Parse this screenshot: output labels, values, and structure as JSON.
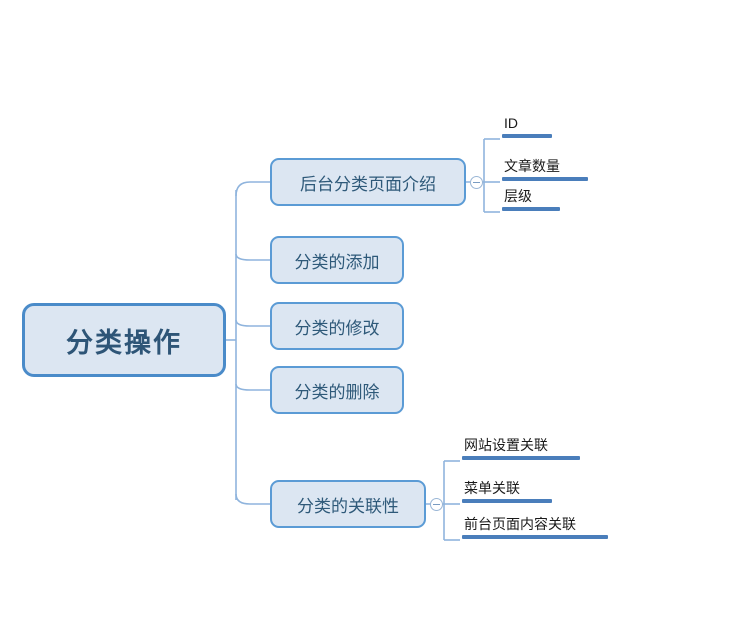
{
  "diagram": {
    "type": "mindmap",
    "title": "分类操作",
    "background": "#ffffff",
    "colors": {
      "node_fill": "#dce6f2",
      "node_border": "#5b9bd5",
      "root_border": "#4a8bc9",
      "root_text": "#2e5577",
      "branch_text": "#2e5979",
      "leaf_text": "#1a1a1a",
      "leaf_bar": "#4a7ebb",
      "connector": "#8fb4dd"
    },
    "root": {
      "label": "分类操作"
    },
    "branches": [
      {
        "label": "后台分类页面介绍",
        "toggle": "collapse-toggle",
        "children": [
          {
            "label": "ID"
          },
          {
            "label": "文章数量"
          },
          {
            "label": "层级"
          }
        ]
      },
      {
        "label": "分类的添加",
        "children": []
      },
      {
        "label": "分类的修改",
        "children": []
      },
      {
        "label": "分类的删除",
        "children": []
      },
      {
        "label": "分类的关联性",
        "toggle": "collapse-toggle",
        "children": [
          {
            "label": "网站设置关联"
          },
          {
            "label": "菜单关联"
          },
          {
            "label": "前台页面内容关联"
          }
        ]
      }
    ]
  }
}
